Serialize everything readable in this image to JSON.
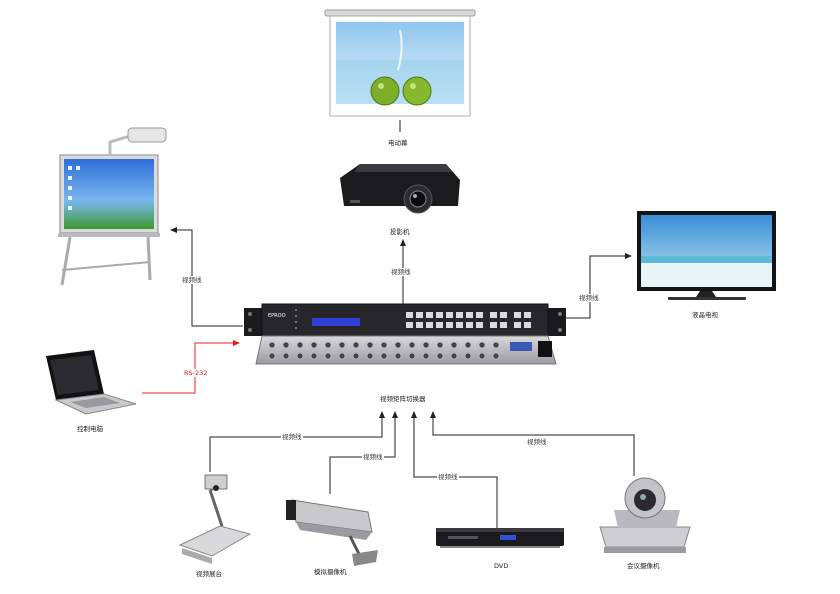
{
  "colors": {
    "line": "#222222",
    "control_line": "#e02020",
    "matrix_body": "#2a2a2e",
    "lcd": "#2f3fd6",
    "screen_sky": "#5aa0dd"
  },
  "labels": {
    "screen": "电动幕",
    "projector": "投影机",
    "lcd_tv": "液晶电视",
    "control_pc": "控制电脑",
    "matrix": "视频矩阵切换器",
    "visualizer": "视频展台",
    "analog_camera": "模拟摄像机",
    "dvd": "DVD",
    "conference_camera": "会议摄像机",
    "brand": "EPROO"
  },
  "edges": {
    "video_whiteboard": "视频线",
    "video_projector": "视频线",
    "video_tv": "视频线",
    "rs232": "RS-232",
    "video_visualizer": "视频线",
    "video_camera": "视频线",
    "video_dvd": "视频线",
    "video_conf": "视频线"
  },
  "icons": [
    "whiteboard-icon",
    "projector-icon",
    "screen-icon",
    "tv-icon",
    "laptop-icon",
    "matrix-switcher-icon",
    "visualizer-icon",
    "cctv-camera-icon",
    "dvd-player-icon",
    "ptz-camera-icon"
  ]
}
